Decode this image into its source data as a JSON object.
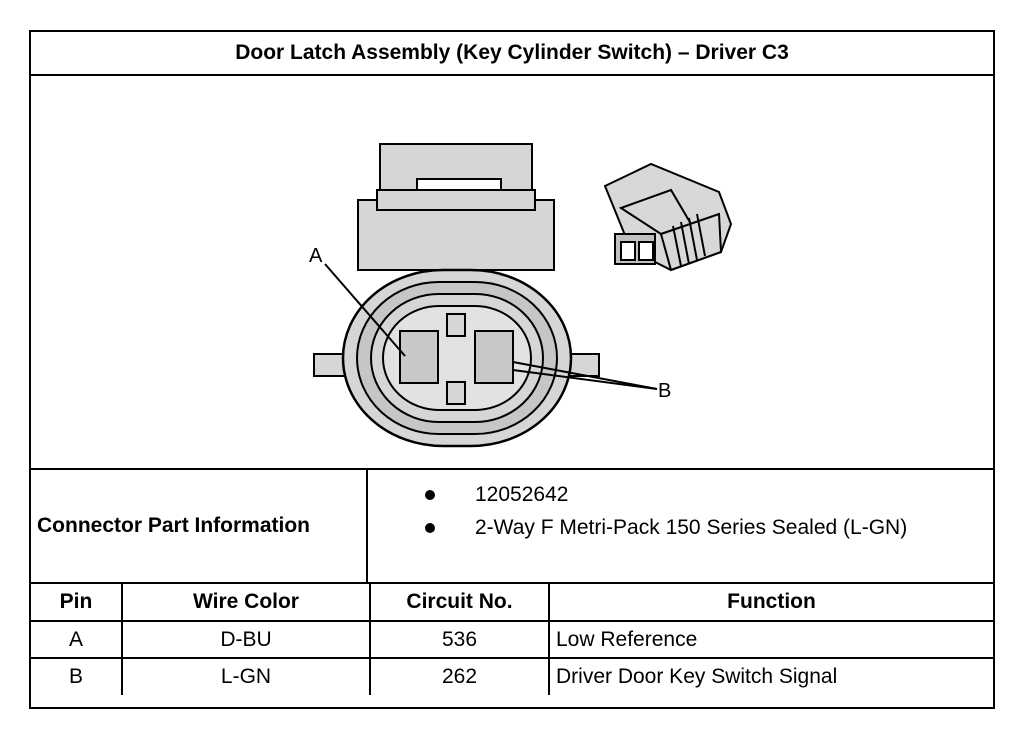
{
  "title": "Door Latch Assembly (Key Cylinder Switch) – Driver C3",
  "diagram": {
    "pin_labels": [
      "A",
      "B"
    ],
    "icons": [
      "connector-face-view-icon",
      "connector-3d-view-icon"
    ]
  },
  "connector_info": {
    "label": "Connector Part Information",
    "items": [
      "12052642",
      "2-Way F Metri-Pack 150 Series Sealed (L-GN)"
    ]
  },
  "pin_table": {
    "headers": [
      "Pin",
      "Wire Color",
      "Circuit No.",
      "Function"
    ],
    "rows": [
      {
        "pin": "A",
        "wire_color": "D-BU",
        "circuit": "536",
        "function": "Low Reference"
      },
      {
        "pin": "B",
        "wire_color": "L-GN",
        "circuit": "262",
        "function": "Driver Door Key Switch Signal"
      }
    ]
  }
}
